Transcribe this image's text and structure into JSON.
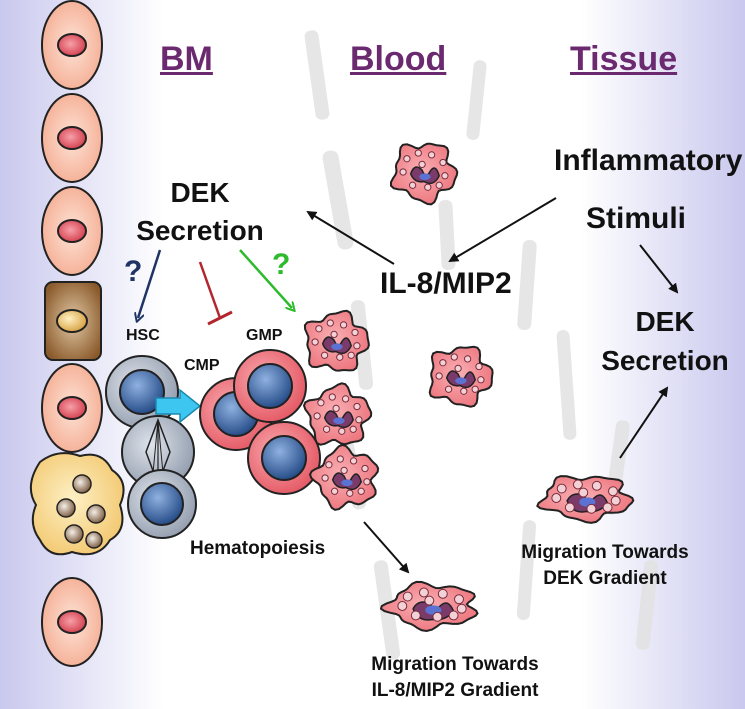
{
  "headers": {
    "bm": "BM",
    "blood": "Blood",
    "tissue": "Tissue"
  },
  "labels": {
    "dek_secretion_bm_line1": "DEK",
    "dek_secretion_bm_line2": "Secretion",
    "hsc": "HSC",
    "cmp": "CMP",
    "gmp": "GMP",
    "il8_mip2": "IL-8/MIP2",
    "inflammatory": "Inflammatory",
    "stimuli": "Stimuli",
    "dek_secretion_tissue_line1": "DEK",
    "dek_secretion_tissue_line2": "Secretion",
    "hematopoiesis": "Hematopoiesis",
    "migration_il8_line1": "Migration Towards",
    "migration_il8_line2": "IL-8/MIP2 Gradient",
    "migration_dek_line1": "Migration Towards",
    "migration_dek_line2": "DEK Gradient",
    "question_blue": "?",
    "question_green": "?"
  },
  "colors": {
    "header": "#6b2a6f",
    "background_gradient": "#c9c8ee",
    "endothelial_cell": "#f6b8a4",
    "neutrophil": "#f08a90",
    "progenitor_red": "#ee6c75",
    "stem_cell_gray": "#aeb7c6",
    "nucleus_blue": "#3a66a8",
    "arrow_black": "#111111",
    "arrow_navy": "#1f3464",
    "arrow_green": "#2dbb2d",
    "inhibit_red": "#b3262d",
    "arrow_cyan": "#3cc6f0",
    "stromal_tan": "#f5d78c",
    "stromal_brown": "#8b5a2b"
  }
}
